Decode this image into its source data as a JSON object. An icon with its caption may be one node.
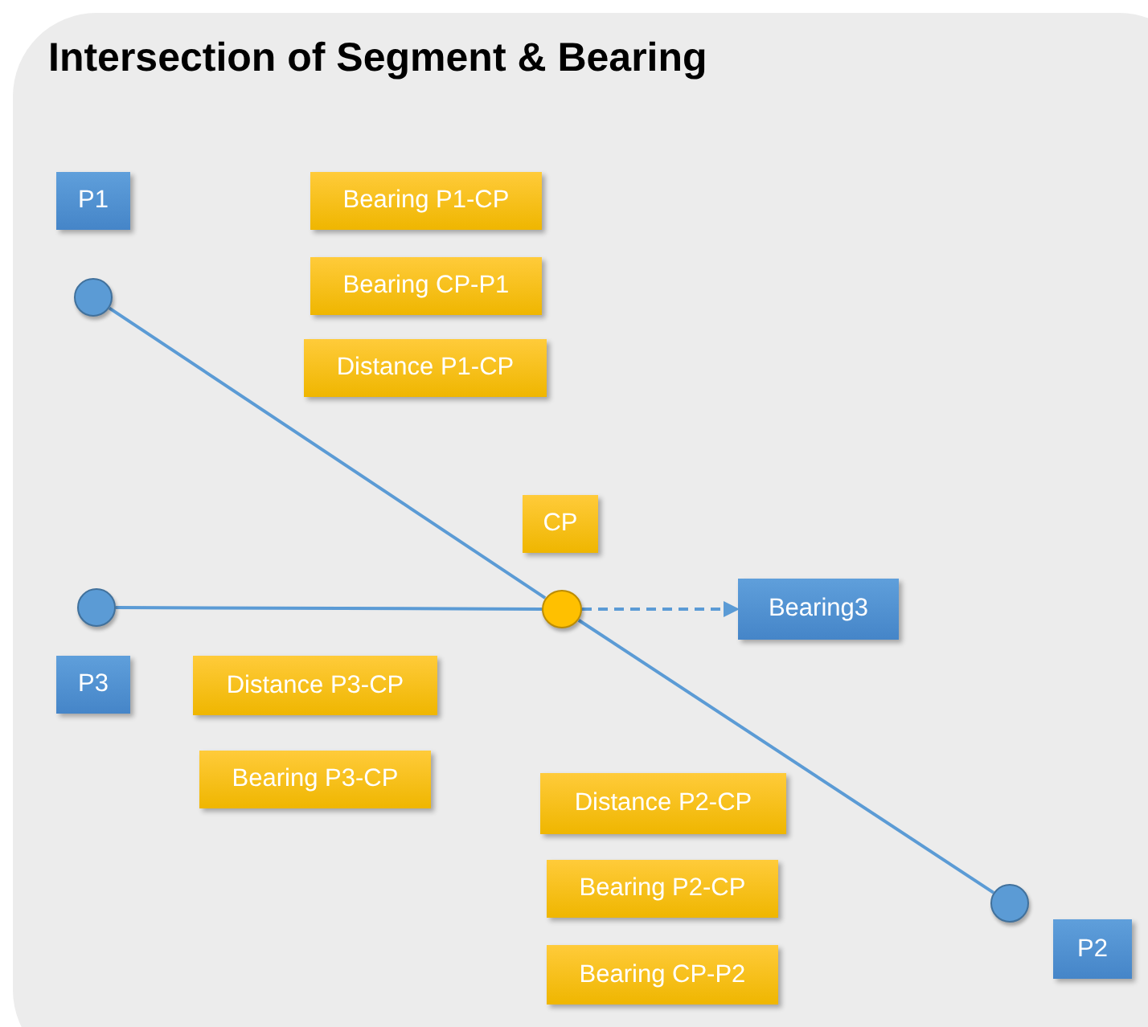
{
  "diagram": {
    "title": "Intersection of Segment & Bearing",
    "nodes": [
      {
        "text": [
          "P1"
        ]
      },
      {
        "text": [
          "Bearing P1-CP"
        ]
      },
      {
        "text": [
          "Bearing CP-P1"
        ]
      },
      {
        "text": [],
        "shape": "circle"
      },
      {
        "text": [
          "Distance P1-CP"
        ]
      },
      {
        "text": [
          "CP"
        ]
      },
      {
        "text": [],
        "shape": "circle"
      },
      {
        "text": [],
        "shape": "circle"
      },
      {
        "text": [
          "Bearing3"
        ]
      },
      {
        "text": [
          "P3"
        ]
      },
      {
        "text": [
          "Distance P3-CP"
        ]
      },
      {
        "text": [
          "Bearing P3-CP"
        ]
      },
      {
        "text": [
          "Distance P2-CP"
        ]
      },
      {
        "text": [
          "Bearing P2-CP"
        ]
      },
      {
        "text": [],
        "shape": "circle"
      },
      {
        "text": [
          "P2"
        ]
      },
      {
        "text": [
          "Bearing CP-P2"
        ]
      }
    ],
    "edges": [
      {
        "from": 3,
        "to": 7,
        "arrow": "none"
      },
      {
        "from": 7,
        "to": 14,
        "arrow": "none"
      },
      {
        "from": 6,
        "to": 7,
        "arrow": "none"
      },
      {
        "from": 7,
        "to": 8,
        "arrow": "to",
        "style": "dashed"
      }
    ]
  }
}
